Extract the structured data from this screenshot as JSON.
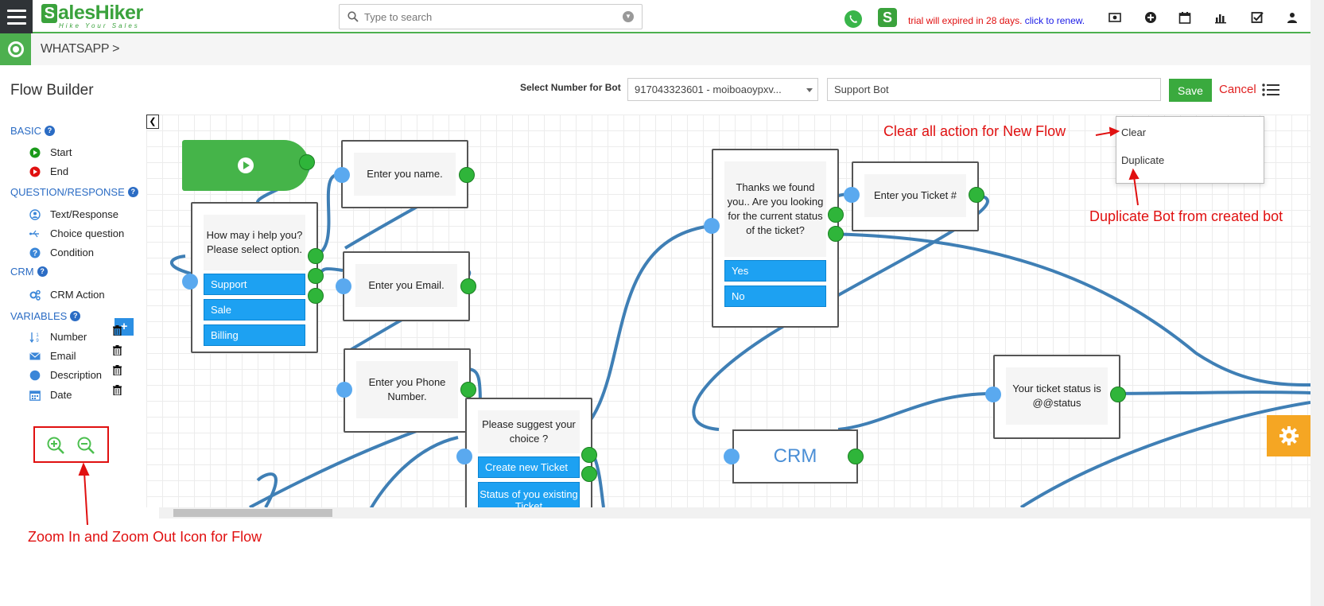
{
  "header": {
    "logo_letter": "S",
    "logo_text": "alesHiker",
    "logo_tagline": "Hike Your Sales",
    "search_placeholder": "Type to search",
    "s_icon_letter": "S",
    "trial_text": "trial will expired in 28 days.",
    "renew_link": "click to renew."
  },
  "breadcrumb": {
    "label": "WHATSAPP",
    "chevron": ">"
  },
  "toolbar": {
    "title": "Flow Builder",
    "select_label": "Select Number for Bot",
    "selected_number": "917043323601 - moiboaoypxv...",
    "bot_name": "Support Bot",
    "save_label": "Save",
    "cancel_label": "Cancel"
  },
  "sidebar": {
    "sections": {
      "basic": "BASIC",
      "question": "QUESTION/RESPONSE",
      "crm": "CRM",
      "variables": "VARIABLES"
    },
    "basic_items": [
      "Start",
      "End"
    ],
    "question_items": [
      "Text/Response",
      "Choice question",
      "Condition"
    ],
    "crm_items": [
      "CRM Action"
    ],
    "variable_items": [
      "Number",
      "Email",
      "Description",
      "Date"
    ],
    "add_label": "+"
  },
  "dropdown": {
    "items": [
      "Clear",
      "Duplicate"
    ]
  },
  "nodes": {
    "n1_text": "How may i help you? Please select option.",
    "n1_opts": [
      "Support",
      "Sale",
      "Billing"
    ],
    "name_text": "Enter you name.",
    "email_text": "Enter you Email.",
    "phone_text": "Enter you Phone Number.",
    "suggest_text": "Please suggest your choice ?",
    "suggest_opts": [
      "Create new Ticket",
      "Status of you existing Ticket"
    ],
    "thanks_text": "Thanks we found you.. Are you looking for the current status of the ticket?",
    "thanks_opts": [
      "Yes",
      "No"
    ],
    "ticket_text": "Enter you Ticket #",
    "crm_text": "CRM",
    "status_text": "Your ticket status is @@status"
  },
  "annotations": {
    "clear": "Clear all action for New Flow",
    "duplicate": "Duplicate Bot from created bot",
    "zoom": "Zoom In and Zoom Out Icon for Flow"
  },
  "colors": {
    "brand_green": "#3aa23c",
    "link_blue": "#2b6cc4",
    "option_blue": "#1da1f2",
    "annotation_red": "#e01010",
    "connector": "#3f7fb5"
  }
}
